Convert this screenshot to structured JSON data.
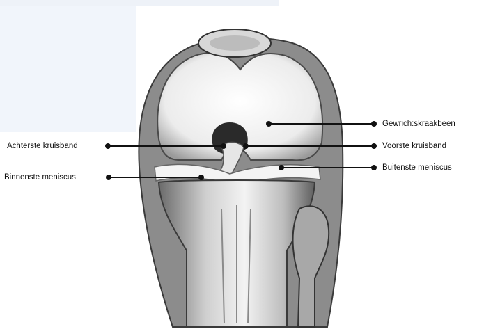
{
  "labels": {
    "gewrichtskraakbeen": "Gewrich:skraakbeen",
    "achterste_kruisband": "Achterste kruisband",
    "voorste_kruisband": "Voorste kruisband",
    "binnenste_meniscus": "Binnenste meniscus",
    "buitenste_meniscus": "Buitenste meniscus"
  },
  "colors": {
    "line": "#111111",
    "ink": "#222222"
  }
}
